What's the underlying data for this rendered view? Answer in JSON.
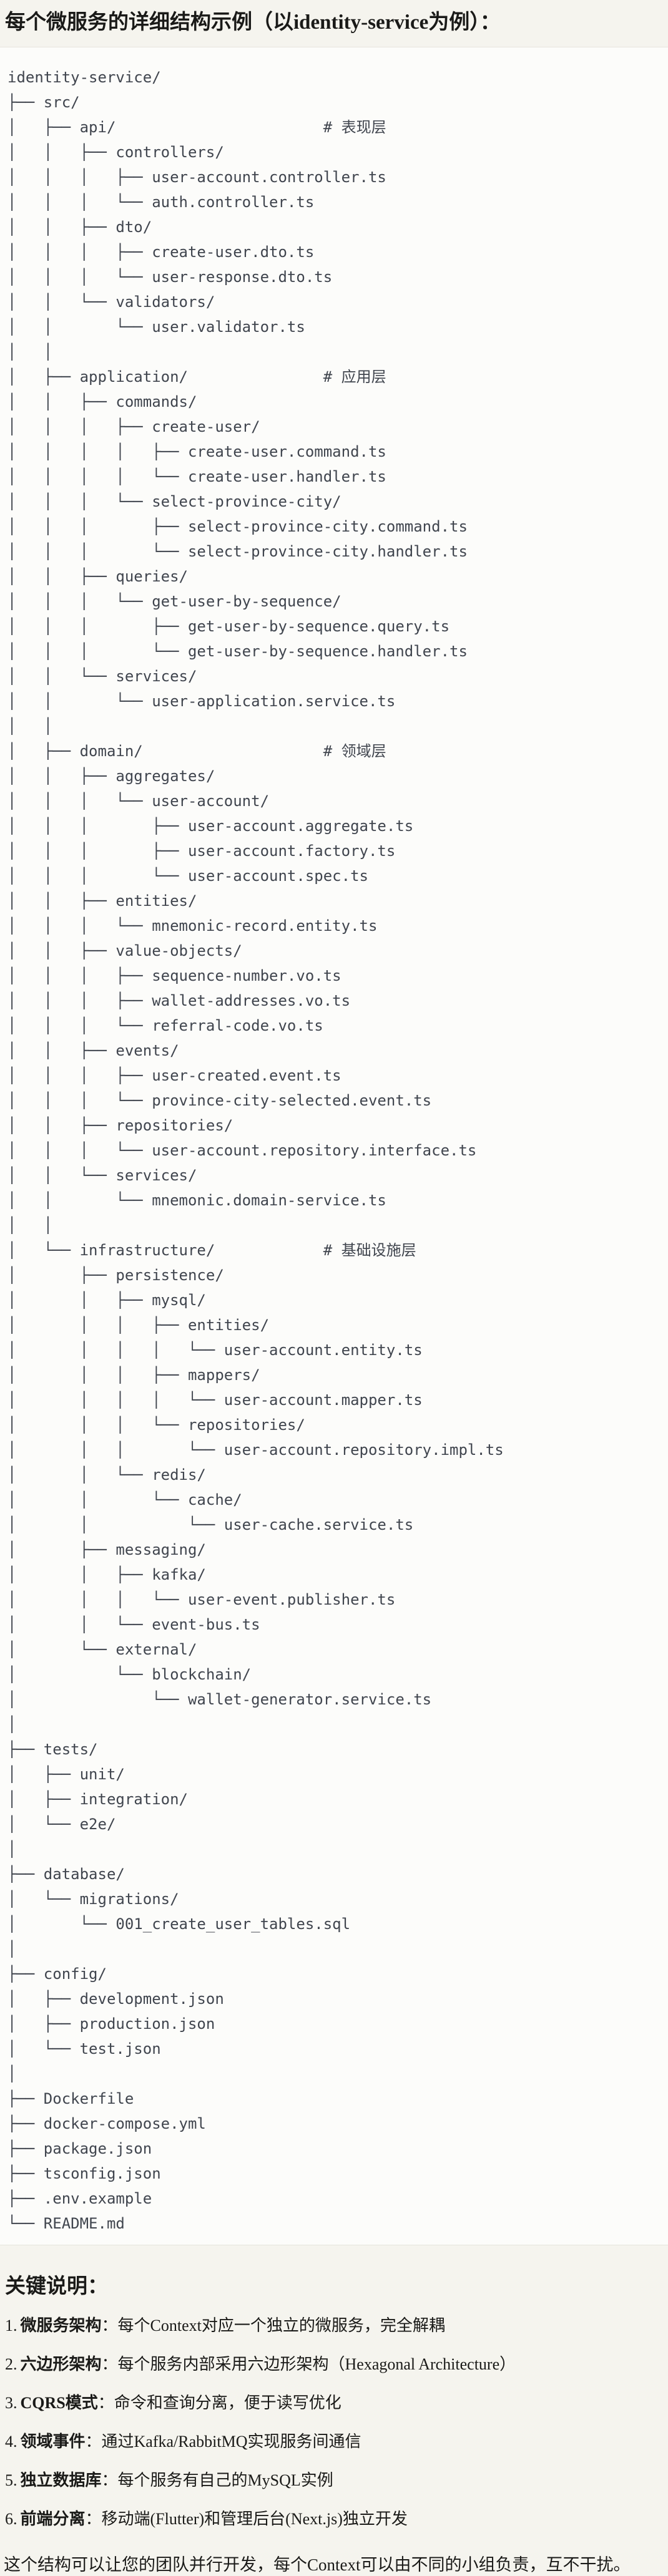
{
  "header": {
    "title": "每个微服务的详细结构示例（以identity-service为例）："
  },
  "tree": {
    "lines": [
      "identity-service/",
      "├── src/",
      "│   ├── api/                       # 表现层",
      "│   │   ├── controllers/",
      "│   │   │   ├── user-account.controller.ts",
      "│   │   │   └── auth.controller.ts",
      "│   │   ├── dto/",
      "│   │   │   ├── create-user.dto.ts",
      "│   │   │   └── user-response.dto.ts",
      "│   │   └── validators/",
      "│   │       └── user.validator.ts",
      "│   │",
      "│   ├── application/               # 应用层",
      "│   │   ├── commands/",
      "│   │   │   ├── create-user/",
      "│   │   │   │   ├── create-user.command.ts",
      "│   │   │   │   └── create-user.handler.ts",
      "│   │   │   └── select-province-city/",
      "│   │   │       ├── select-province-city.command.ts",
      "│   │   │       └── select-province-city.handler.ts",
      "│   │   ├── queries/",
      "│   │   │   └── get-user-by-sequence/",
      "│   │   │       ├── get-user-by-sequence.query.ts",
      "│   │   │       └── get-user-by-sequence.handler.ts",
      "│   │   └── services/",
      "│   │       └── user-application.service.ts",
      "│   │",
      "│   ├── domain/                    # 领域层",
      "│   │   ├── aggregates/",
      "│   │   │   └── user-account/",
      "│   │   │       ├── user-account.aggregate.ts",
      "│   │   │       ├── user-account.factory.ts",
      "│   │   │       └── user-account.spec.ts",
      "│   │   ├── entities/",
      "│   │   │   └── mnemonic-record.entity.ts",
      "│   │   ├── value-objects/",
      "│   │   │   ├── sequence-number.vo.ts",
      "│   │   │   ├── wallet-addresses.vo.ts",
      "│   │   │   └── referral-code.vo.ts",
      "│   │   ├── events/",
      "│   │   │   ├── user-created.event.ts",
      "│   │   │   └── province-city-selected.event.ts",
      "│   │   ├── repositories/",
      "│   │   │   └── user-account.repository.interface.ts",
      "│   │   └── services/",
      "│   │       └── mnemonic.domain-service.ts",
      "│   │",
      "│   └── infrastructure/            # 基础设施层",
      "│       ├── persistence/",
      "│       │   ├── mysql/",
      "│       │   │   ├── entities/",
      "│       │   │   │   └── user-account.entity.ts",
      "│       │   │   ├── mappers/",
      "│       │   │   │   └── user-account.mapper.ts",
      "│       │   │   └── repositories/",
      "│       │   │       └── user-account.repository.impl.ts",
      "│       │   └── redis/",
      "│       │       └── cache/",
      "│       │           └── user-cache.service.ts",
      "│       ├── messaging/",
      "│       │   ├── kafka/",
      "│       │   │   └── user-event.publisher.ts",
      "│       │   └── event-bus.ts",
      "│       └── external/",
      "│           └── blockchain/",
      "│               └── wallet-generator.service.ts",
      "│",
      "├── tests/",
      "│   ├── unit/",
      "│   ├── integration/",
      "│   └── e2e/",
      "│",
      "├── database/",
      "│   └── migrations/",
      "│       └── 001_create_user_tables.sql",
      "│",
      "├── config/",
      "│   ├── development.json",
      "│   ├── production.json",
      "│   └── test.json",
      "│",
      "├── Dockerfile",
      "├── docker-compose.yml",
      "├── package.json",
      "├── tsconfig.json",
      "├── .env.example",
      "└── README.md"
    ]
  },
  "notes": {
    "heading": "关键说明：",
    "items": [
      {
        "num": "1.",
        "label": "微服务架构",
        "text": "：每个Context对应一个独立的微服务，完全解耦"
      },
      {
        "num": "2.",
        "label": "六边形架构",
        "text": "：每个服务内部采用六边形架构（Hexagonal Architecture）"
      },
      {
        "num": "3.",
        "label": "CQRS模式",
        "text": "：命令和查询分离，便于读写优化"
      },
      {
        "num": "4.",
        "label": "领域事件",
        "text": "：通过Kafka/RabbitMQ实现服务间通信"
      },
      {
        "num": "5.",
        "label": "独立数据库",
        "text": "：每个服务有自己的MySQL实例"
      },
      {
        "num": "6.",
        "label": "前端分离",
        "text": "：移动端(Flutter)和管理后台(Next.js)独立开发"
      }
    ]
  },
  "footer": {
    "text": "这个结构可以让您的团队并行开发，每个Context可以由不同的小组负责，互不干扰。"
  },
  "colors": {
    "page_background": "#f5f4ee",
    "code_background": "#fcfcfa",
    "code_border": "#e6e4dd",
    "code_text": "#40454e",
    "body_text": "#1a1a18"
  }
}
